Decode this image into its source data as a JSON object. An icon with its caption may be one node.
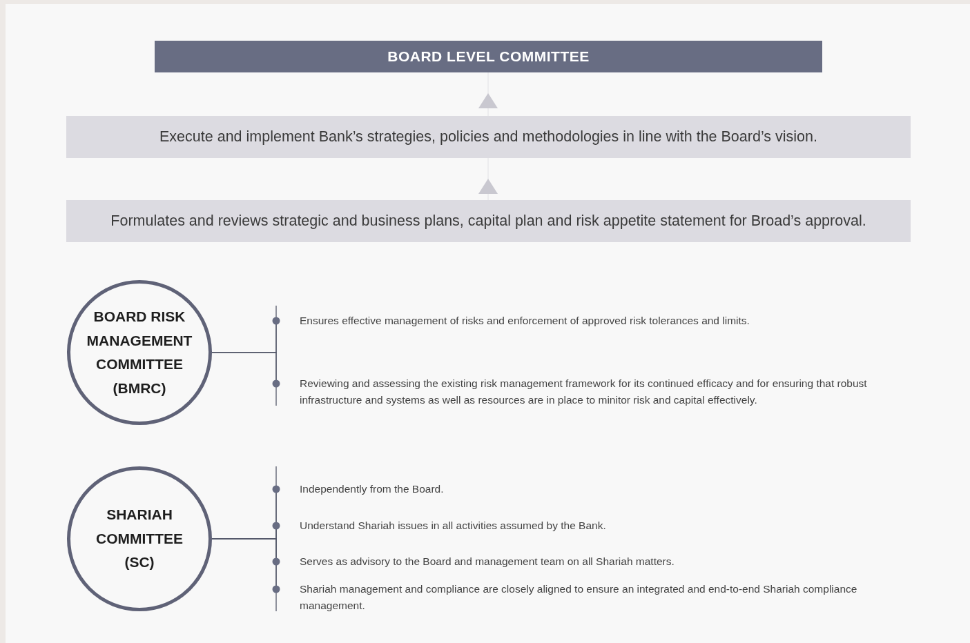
{
  "diagram": {
    "nodes": [
      {
        "text": [
          "BOARD LEVEL COMMITTEE"
        ]
      },
      {
        "text": [
          "Execute and implement Bank’s strategies, policies and methodologies in line with the Board’s vision."
        ]
      },
      {
        "text": [
          "Formulates and reviews strategic and business plans, capital plan and risk appetite statement for Broad’s approval."
        ]
      },
      {
        "text": [
          "BOARD RISK MANAGEMENT COMMITTEE (BMRC)"
        ]
      },
      {
        "text": [
          "Ensures effective management of risks and enforcement of approved risk tolerances and limits."
        ]
      },
      {
        "text": [
          "Reviewing and assessing the existing risk management framework for its continued efficacy and for ensuring that robust infrastructure and systems as well as resources are in place to minitor risk and capital effectively."
        ]
      },
      {
        "text": [
          "SHARIAH COMMITTEE (SC)"
        ]
      },
      {
        "text": [
          "Independently from the Board."
        ]
      },
      {
        "text": [
          "Understand Shariah issues in all activities assumed by the Bank."
        ]
      },
      {
        "text": [
          "Serves as advisory to the Board and management team on all Shariah matters."
        ]
      },
      {
        "text": [
          "Shariah management and compliance are closely aligned to ensure an integrated and end-to-end Shariah compliance management."
        ]
      }
    ],
    "edges": [
      {
        "from": 2,
        "to": 1,
        "arrow": "to",
        "color": "#c9c8d0"
      },
      {
        "from": 1,
        "to": 0,
        "arrow": "to",
        "color": "#c9c8d0"
      },
      {
        "from": 3,
        "to": 4,
        "arrow": "none"
      },
      {
        "from": 3,
        "to": 5,
        "arrow": "none"
      },
      {
        "from": 6,
        "to": 7,
        "arrow": "none"
      },
      {
        "from": 6,
        "to": 8,
        "arrow": "none"
      },
      {
        "from": 6,
        "to": 9,
        "arrow": "none"
      },
      {
        "from": 6,
        "to": 10,
        "arrow": "none"
      }
    ]
  }
}
